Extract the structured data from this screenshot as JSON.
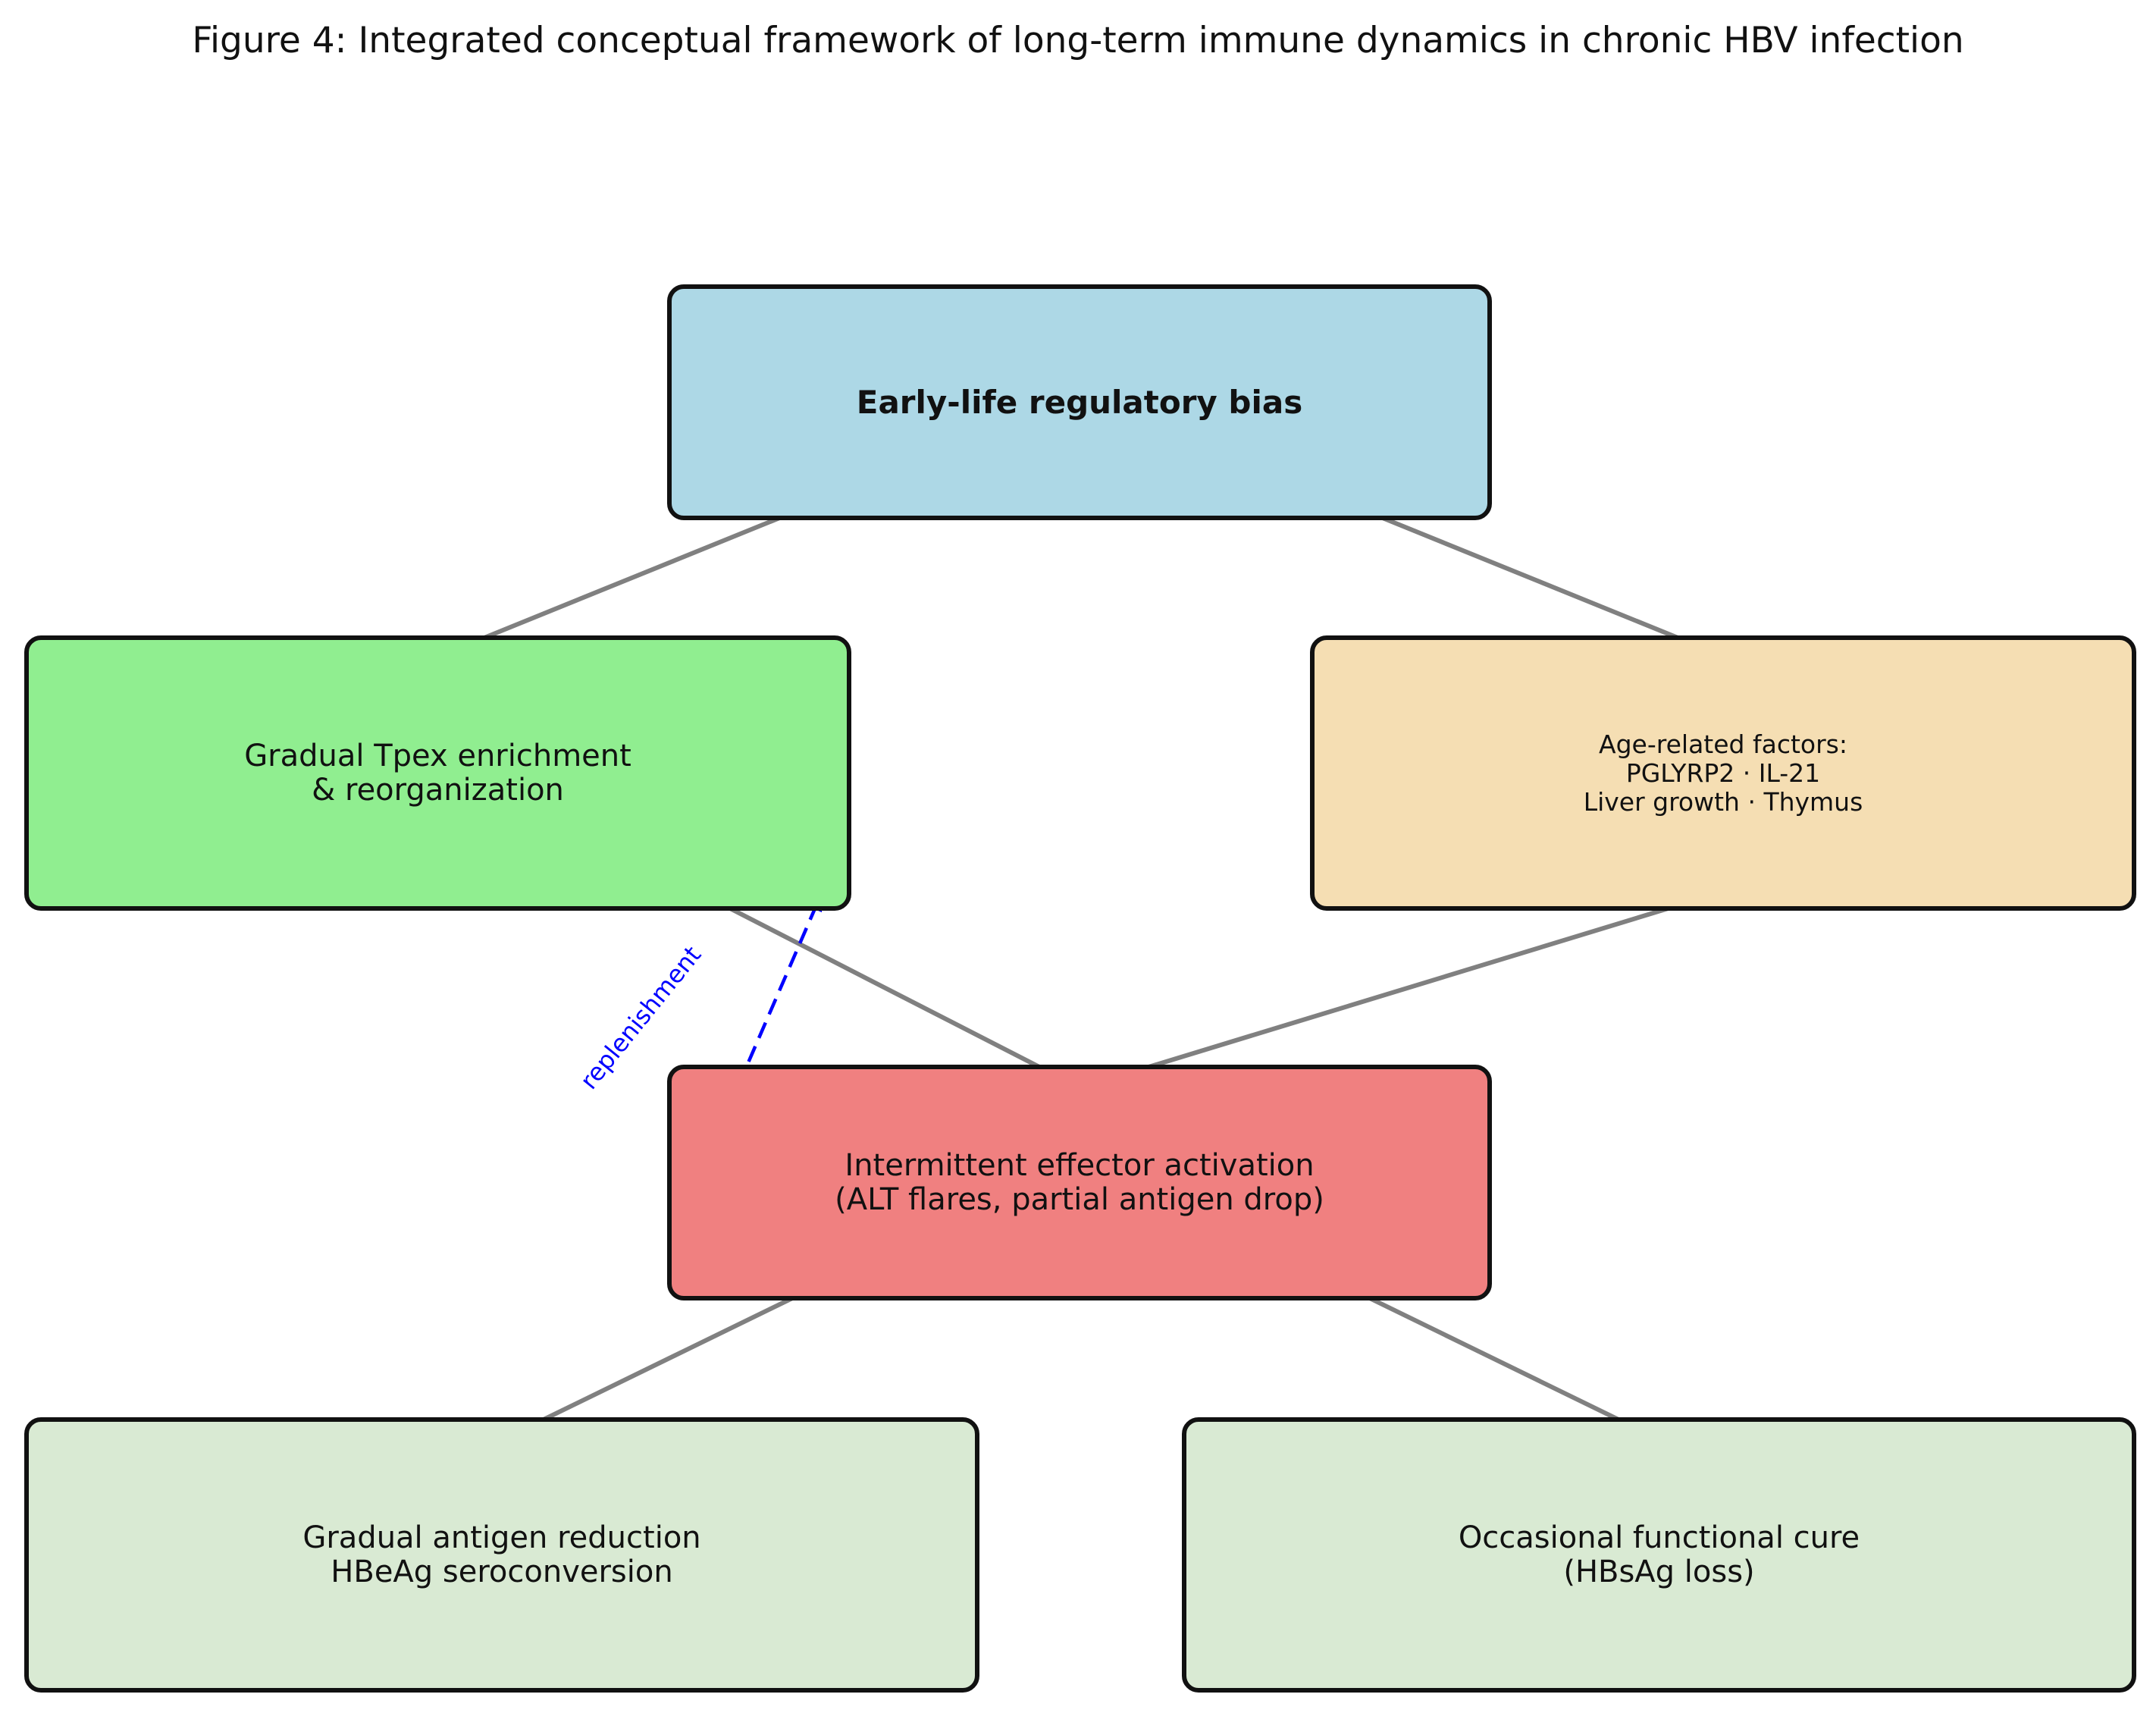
{
  "title": "Figure 4: Integrated conceptual framework of long-term immune dynamics in chronic HBV infection",
  "colors": {
    "early_life": "#add8e6",
    "tpex": "#90ee90",
    "age_factors": "#f5deb3",
    "effector": "#f08080",
    "outcomes": "#d9ead3",
    "arrow": "#808080",
    "replenishment_arrow": "#0000ff",
    "border": "#111111"
  },
  "nodes": {
    "early_life": {
      "lines": [
        "Early-life regulatory bias"
      ]
    },
    "tpex": {
      "lines": [
        "Gradual Tpex enrichment",
        "& reorganization"
      ]
    },
    "age_factors": {
      "lines": [
        "Age-related factors:",
        "PGLYRP2 · IL-21",
        "Liver growth · Thymus"
      ]
    },
    "effector": {
      "lines": [
        "Intermittent effector activation",
        "(ALT flares, partial antigen drop)"
      ]
    },
    "antigen_reduction": {
      "lines": [
        "Gradual antigen reduction",
        "HBeAg seroconversion"
      ]
    },
    "functional_cure": {
      "lines": [
        "Occasional functional cure",
        "(HBsAg loss)"
      ]
    }
  },
  "edges": [
    {
      "from": "early_life",
      "to": "tpex",
      "style": "solid"
    },
    {
      "from": "early_life",
      "to": "age_factors",
      "style": "solid"
    },
    {
      "from": "tpex",
      "to": "effector",
      "style": "solid"
    },
    {
      "from": "age_factors",
      "to": "effector",
      "style": "solid"
    },
    {
      "from": "effector",
      "to": "antigen_reduction",
      "style": "solid"
    },
    {
      "from": "effector",
      "to": "functional_cure",
      "style": "solid"
    },
    {
      "from": "effector",
      "to": "tpex",
      "style": "dashed",
      "label": "replenishment"
    }
  ]
}
